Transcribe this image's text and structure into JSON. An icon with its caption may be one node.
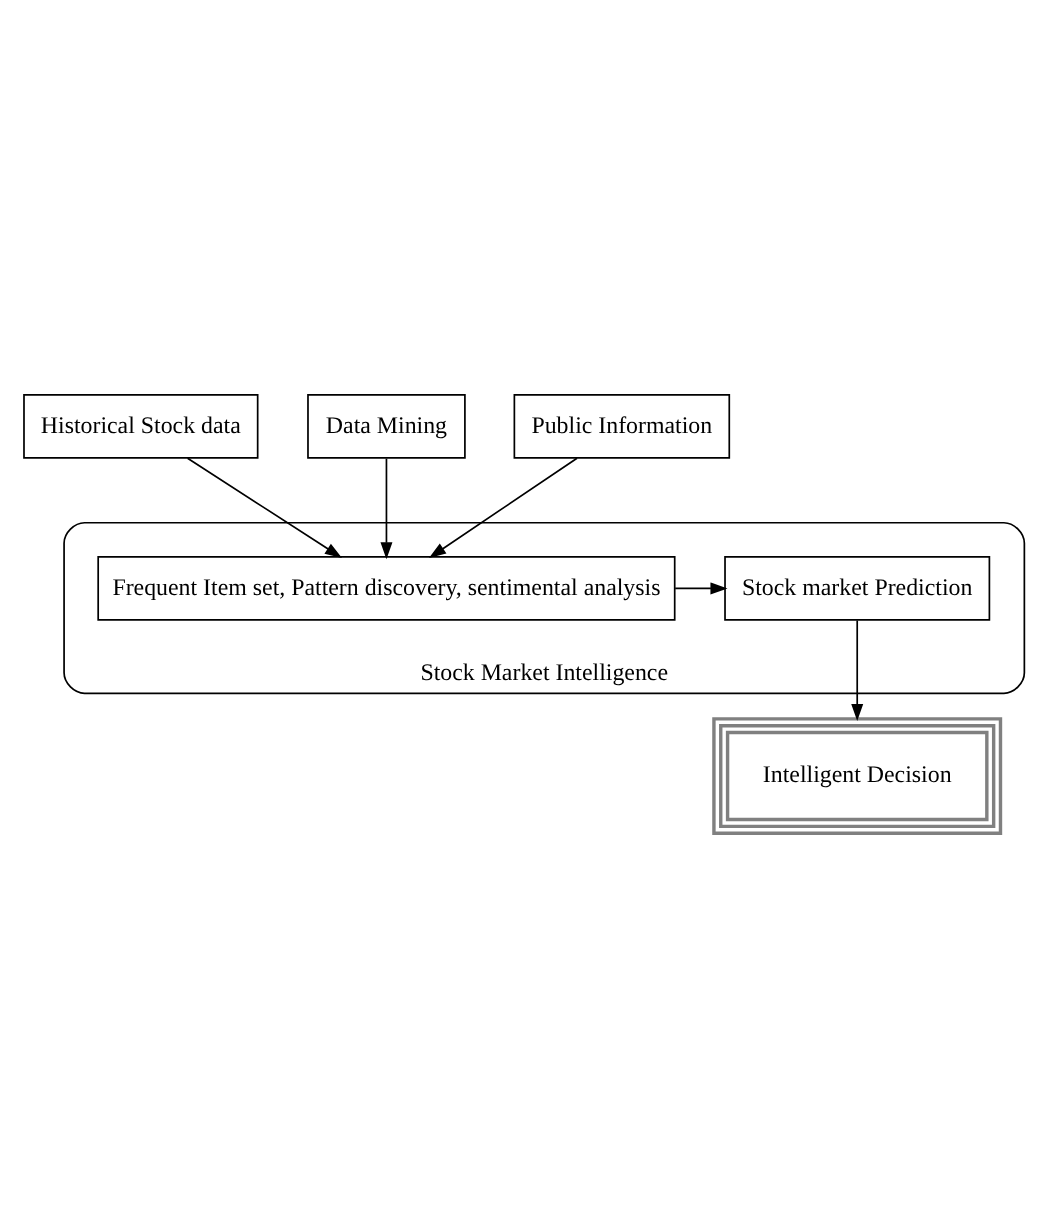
{
  "diagram": {
    "nodes": [
      {
        "text": [
          "Historical Stock data"
        ]
      },
      {
        "text": [
          "Data Mining"
        ]
      },
      {
        "text": [
          "Public Information"
        ]
      },
      {
        "text": [
          "Stock Market Intelligence"
        ]
      },
      {
        "text": [
          "Frequent Item set, Pattern discovery, sentimental analysis"
        ],
        "in": 3
      },
      {
        "text": [
          "Stock market Prediction"
        ],
        "in": 3
      },
      {
        "text": [
          "Intelligent Decision"
        ]
      }
    ],
    "edges": [
      {
        "from": 0,
        "to": 4,
        "arrow": "to"
      },
      {
        "from": 1,
        "to": 4,
        "arrow": "to"
      },
      {
        "from": 2,
        "to": 4,
        "arrow": "to"
      },
      {
        "from": 4,
        "to": 5,
        "arrow": "to"
      },
      {
        "from": 5,
        "to": 6,
        "arrow": "to"
      }
    ]
  }
}
